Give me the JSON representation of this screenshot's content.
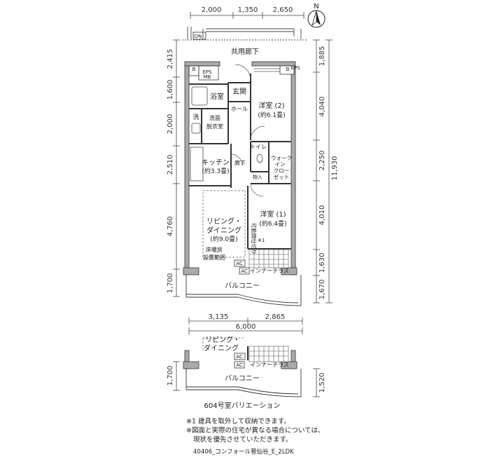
{
  "compass": {
    "label": "N"
  },
  "top_dims": {
    "d1": "2,000",
    "d2": "1,350",
    "d3": "2,650"
  },
  "corridor": {
    "dn": "DN",
    "label": "共用廊下"
  },
  "left_dims": [
    "2,415",
    "1,600",
    "2,000",
    "2,510",
    "4,760",
    "1,700"
  ],
  "right_dims": [
    "1,885",
    "4,040",
    "2,250",
    "4,010",
    "1,630",
    "1,670"
  ],
  "right_total": "11,930",
  "rooms": {
    "b1": "B",
    "eps_mb_1": "EPS",
    "eps_mb_2": "MB",
    "b2": "B",
    "eps2": "EPS",
    "bath": "浴室",
    "entrance": "玄関",
    "hall": "ホール",
    "western2_name": "洋室 (2)",
    "western2_size": "(約6.1畳)",
    "wash": "洗",
    "wash_room_1": "洗面",
    "wash_room_2": "脱衣室",
    "kitchen_name": "キッチン",
    "kitchen_size": "(約3.3畳)",
    "toilet": "トイレ",
    "corridor_in": "廊下",
    "storage": "物入",
    "walkin_1": "ウォーク",
    "walkin_2": "イン",
    "walkin_3": "クロー",
    "walkin_4": "ゼット",
    "living_1": "リビング・",
    "living_2": "ダイニング",
    "living_size": "(約9.0畳)",
    "floor_heat_1": "床暖房",
    "floor_heat_2": "設置範囲",
    "movable_partition": "可動間仕切り",
    "note_mark": "※1",
    "western1_name": "洋室 (1)",
    "western1_size": "(約6.4畳)",
    "ac1": "AC",
    "ac2": "AC",
    "inner_terrace": "インナーテラス",
    "balcony": "バルコニー"
  },
  "bottom_dims": {
    "d1": "3,135",
    "d2": "2,865",
    "total": "6,000"
  },
  "variation": {
    "living_1": "リビング・",
    "living_2": "ダイニング",
    "ac1": "AC",
    "ac2": "AC",
    "inner_terrace": "インナーテラス",
    "balcony": "バルコニー",
    "left_dim": "1,700",
    "right_dim": "1,520",
    "caption": "604号室バリエーション"
  },
  "notes": {
    "n1": "※1  建具を取外して収納できます。",
    "n2": "※図面と実際の住宅が異なる場合については、",
    "n3": "現状を優先させていただきます。"
  },
  "footer": {
    "code": "40406_コンフォール菅仙谷_E_2LDK"
  }
}
